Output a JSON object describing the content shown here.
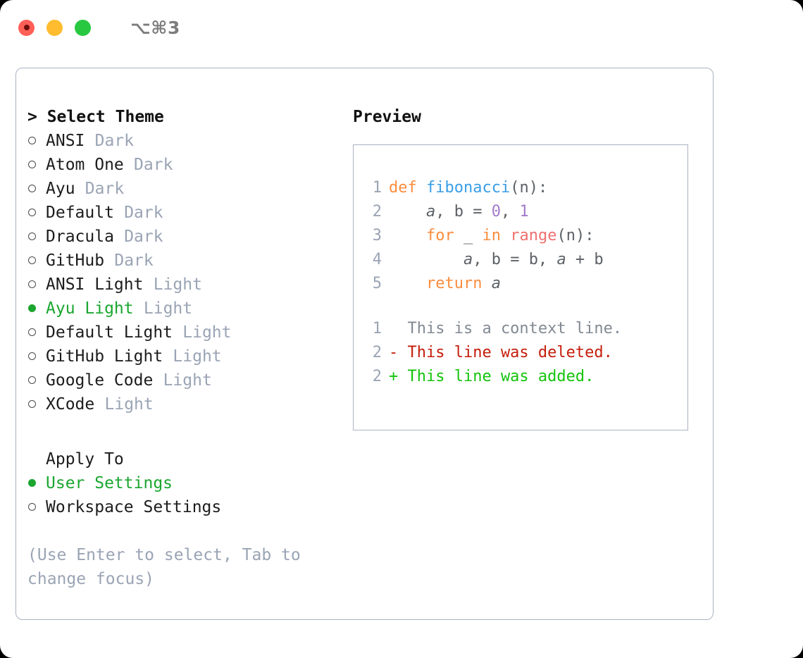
{
  "titlebar": {
    "lights": [
      "close-light",
      "minimize-light",
      "maximize-light"
    ],
    "shortcut": "⌥⌘3"
  },
  "theme_picker": {
    "header": "> Select Theme",
    "items": [
      {
        "marker": "○",
        "name": "ANSI",
        "kind": "Dark",
        "selected": false
      },
      {
        "marker": "○",
        "name": "Atom One",
        "kind": "Dark",
        "selected": false
      },
      {
        "marker": "○",
        "name": "Ayu",
        "kind": "Dark",
        "selected": false
      },
      {
        "marker": "○",
        "name": "Default",
        "kind": "Dark",
        "selected": false
      },
      {
        "marker": "○",
        "name": "Dracula",
        "kind": "Dark",
        "selected": false
      },
      {
        "marker": "○",
        "name": "GitHub",
        "kind": "Dark",
        "selected": false
      },
      {
        "marker": "○",
        "name": "ANSI Light",
        "kind": "Light",
        "selected": false
      },
      {
        "marker": "●",
        "name": "Ayu Light",
        "kind": "Light",
        "selected": true
      },
      {
        "marker": "○",
        "name": "Default Light",
        "kind": "Light",
        "selected": false
      },
      {
        "marker": "○",
        "name": "GitHub Light",
        "kind": "Light",
        "selected": false
      },
      {
        "marker": "○",
        "name": "Google Code",
        "kind": "Light",
        "selected": false
      },
      {
        "marker": "○",
        "name": "XCode",
        "kind": "Light",
        "selected": false
      }
    ]
  },
  "apply_to": {
    "header": "Apply To",
    "items": [
      {
        "marker": "●",
        "label": "User Settings",
        "selected": true
      },
      {
        "marker": "○",
        "label": "Workspace Settings",
        "selected": false
      }
    ]
  },
  "hint": "(Use Enter to select, Tab to change focus)",
  "preview": {
    "title": "Preview",
    "code": [
      {
        "num": "1",
        "tokens": [
          {
            "t": "def ",
            "c": "kw"
          },
          {
            "t": "fibonacci",
            "c": "fn"
          },
          {
            "t": "(n):",
            "c": "pl"
          }
        ]
      },
      {
        "num": "2",
        "tokens": [
          {
            "t": "    ",
            "c": "pl"
          },
          {
            "t": "a",
            "c": "var"
          },
          {
            "t": ", ",
            "c": "pl"
          },
          {
            "t": "b",
            "c": "pl"
          },
          {
            "t": " = ",
            "c": "pl"
          },
          {
            "t": "0",
            "c": "num"
          },
          {
            "t": ", ",
            "c": "pl"
          },
          {
            "t": "1",
            "c": "num"
          }
        ]
      },
      {
        "num": "3",
        "tokens": [
          {
            "t": "    ",
            "c": "pl"
          },
          {
            "t": "for",
            "c": "kw"
          },
          {
            "t": " _ ",
            "c": "pl"
          },
          {
            "t": "in",
            "c": "kw"
          },
          {
            "t": " ",
            "c": "pl"
          },
          {
            "t": "range",
            "c": "bi"
          },
          {
            "t": "(n):",
            "c": "pl"
          }
        ]
      },
      {
        "num": "4",
        "tokens": [
          {
            "t": "        ",
            "c": "pl"
          },
          {
            "t": "a",
            "c": "var"
          },
          {
            "t": ", b = b, ",
            "c": "pl"
          },
          {
            "t": "a",
            "c": "var"
          },
          {
            "t": " + b",
            "c": "pl"
          }
        ]
      },
      {
        "num": "5",
        "tokens": [
          {
            "t": "    ",
            "c": "pl"
          },
          {
            "t": "return",
            "c": "kw"
          },
          {
            "t": " ",
            "c": "pl"
          },
          {
            "t": "a",
            "c": "var"
          }
        ]
      }
    ],
    "diff": [
      {
        "num": "1",
        "sign": "  ",
        "text": "This is a context line.",
        "kind": "ctx"
      },
      {
        "num": "2",
        "sign": "- ",
        "text": "This line was deleted.",
        "kind": "del"
      },
      {
        "num": "2",
        "sign": "+ ",
        "text": "This line was added.",
        "kind": "add"
      }
    ]
  },
  "colors": {
    "accent_green": "#1aa62f",
    "muted": "#9aa4b4",
    "border": "#aab3c2",
    "kw_orange": "#fa8d3e",
    "fn_blue": "#399ee6",
    "num_purple": "#a37acc",
    "builtin_red": "#f07171",
    "diff_delete": "#c51d0b",
    "diff_add": "#14c40c"
  }
}
